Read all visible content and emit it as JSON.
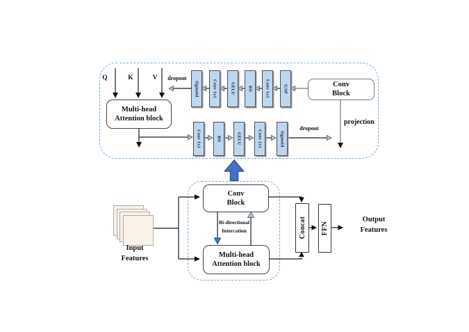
{
  "figure": {
    "top_panel": {
      "qkv_labels": [
        "Q",
        "K",
        "V"
      ],
      "dropout_top": "dropout",
      "attention_block": {
        "line1": "Multi-head",
        "line2": "Attention block"
      },
      "row1_blocks": [
        "Sigmoid",
        "Conv 1x1",
        "GELU",
        "BN",
        "Conv 1x1",
        "GAP"
      ],
      "conv_block": {
        "line1": "Conv",
        "line2": "Block"
      },
      "projection": "projection",
      "row2_blocks": [
        "Conv 1x1",
        "BN",
        "GELU",
        "Conv 1x1",
        "Sigmoid"
      ],
      "dropout_bottom": "dropout"
    },
    "bottom_panel": {
      "conv_block": {
        "line1": "Conv",
        "line2": "Block"
      },
      "attention_block": {
        "line1": "Multi-head",
        "line2": "Attention block"
      },
      "interaction": {
        "line1": "Bi-directional",
        "line2": "Intercation"
      },
      "input": {
        "line1": "Input",
        "line2": "Features"
      },
      "concat": "Concat",
      "ffn": "FFN",
      "output": {
        "line1": "Output",
        "line2": "Features"
      }
    },
    "colors": {
      "chip_fill": "#BDD7EE",
      "dashed_border": "#6FACDE",
      "big_arrow_fill": "#4472C4",
      "big_arrow_stroke": "#2F5597",
      "arrowhead_light": "#A3C9E8",
      "input_square_fill": "#FBF2E7"
    }
  }
}
